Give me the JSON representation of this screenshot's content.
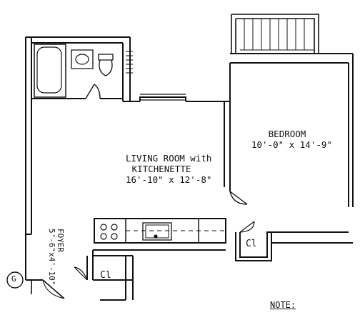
{
  "rooms": {
    "living": {
      "name_line1": "LIVING ROOM with",
      "name_line2": "KITCHENETTE",
      "dims": "16'-10\" x 12'-8\""
    },
    "bedroom": {
      "name": "BEDROOM",
      "dims": "10'-0\" x 14'-9\""
    },
    "foyer": {
      "name": "FOYER",
      "dims": "5'-6\"x4'-10\""
    },
    "closet_foyer": "Cl",
    "closet_bedroom": "Cl"
  },
  "marker": "G",
  "note": "NOTE:"
}
